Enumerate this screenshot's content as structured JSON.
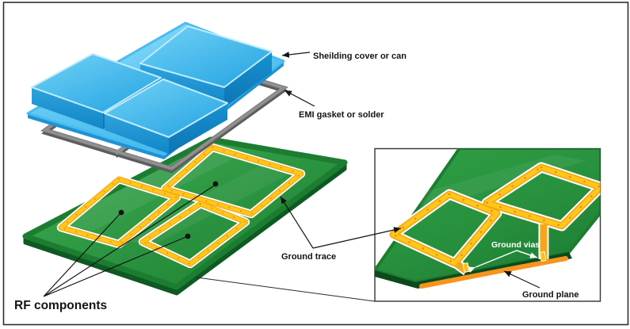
{
  "diagram": {
    "type": "exploded-view-illustration",
    "subject": "EMI shielding stack on a PCB with zoomed corner detail",
    "labels": {
      "shielding_cover": "Sheilding cover or can",
      "emi_gasket": "EMI gasket or solder",
      "ground_trace": "Ground trace",
      "rf_components": "RF components",
      "ground_vias": "Ground vias",
      "ground_plane": "Ground plane"
    },
    "colors": {
      "cover_blue": "#35B2E8",
      "cover_blue_dark": "#0E74B4",
      "gasket_gray": "#909090",
      "pcb_green": "#2E9843",
      "pcb_edge_green": "#0D5A22",
      "trace_gold": "#FFC10E",
      "trace_outline": "#FFFFFF",
      "ground_plane_orange": "#F7941D",
      "label_text": "#141414",
      "vias_label_text": "#FFFFFF",
      "border": "#2F2F2F"
    }
  }
}
